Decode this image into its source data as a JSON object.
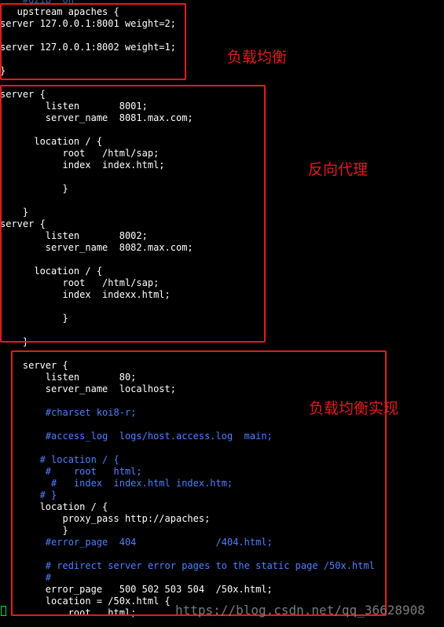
{
  "terminal": {
    "lines": [
      "    #gzip  on",
      "   upstream apaches {",
      "server 127.0.0.1:8001 weight=2;",
      "",
      "server 127.0.0.1:8002 weight=1;",
      "",
      "}",
      "",
      "server {",
      "        listen       8001;",
      "        server_name  8081.max.com;",
      "",
      "      location / {",
      "           root   /html/sap;",
      "           index  index.html;",
      "",
      "           }",
      "",
      "    }",
      "server {",
      "        listen       8002;",
      "        server_name  8082.max.com;",
      "",
      "      location / {",
      "           root   /html/sap;",
      "           index  indexx.html;",
      "",
      "           }",
      "",
      "    }",
      "",
      "    server {",
      "        listen       80;",
      "        server_name  localhost;",
      "",
      "        #charset koi8-r;",
      "",
      "        #access_log  logs/host.access.log  main;",
      "",
      "       # location / {",
      "        #    root   html;",
      "         #   index  index.html index.htm;",
      "       # }",
      "       location / {",
      "           proxy_pass http://apaches;",
      "           }",
      "        #error_page  404              /404.html;",
      "",
      "        # redirect server error pages to the static page /50x.html",
      "        #",
      "        error_page   500 502 503 504  /50x.html;",
      "        location = /50x.html {",
      "            root   html;"
    ]
  },
  "annotations": {
    "load_balance": "负载均衡",
    "reverse_proxy": "反向代理",
    "load_balance_impl": "负载均衡实现"
  },
  "watermark": "https://blog.csdn.net/qq_36628908",
  "colors": {
    "background": "#000000",
    "text": "#ffffff",
    "comment": "#4f7fff",
    "highlight_box": "#e31b1b",
    "cursor": "#19d34a"
  }
}
